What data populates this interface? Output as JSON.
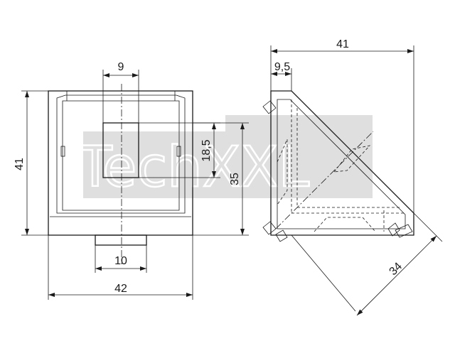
{
  "watermark": {
    "text": "TechXXL",
    "color": "#d9d9d9"
  },
  "dimensions": {
    "front_top_width": "9",
    "front_height": "41",
    "window_height": "18,5",
    "inner_height": "35",
    "bottom_tab_width": "10",
    "front_width": "42",
    "side_width": "41",
    "side_offset": "9,5",
    "diagonal": "34"
  }
}
